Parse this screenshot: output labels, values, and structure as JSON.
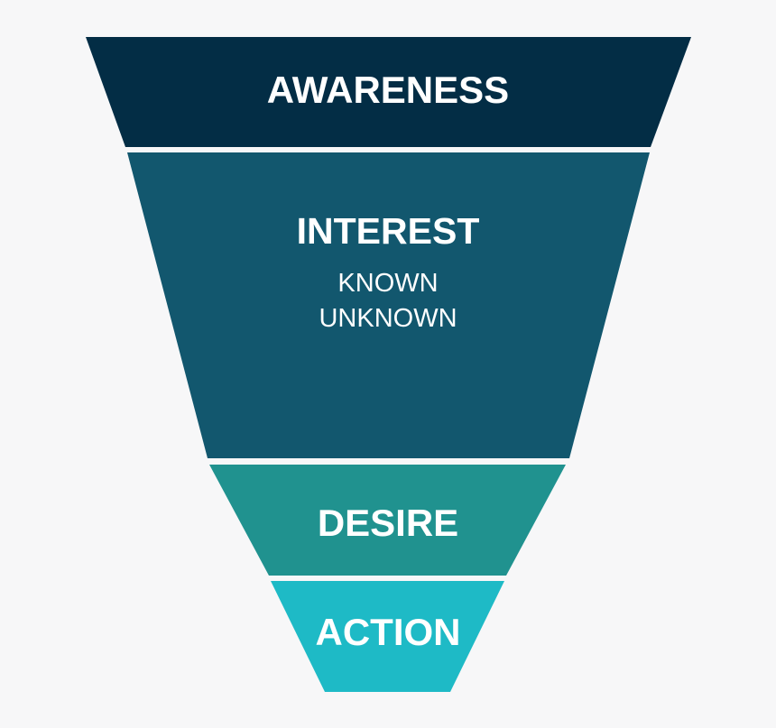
{
  "funnel": {
    "stages": [
      {
        "label": "AWARENESS",
        "color": "#032d45",
        "sub": []
      },
      {
        "label": "INTEREST",
        "color": "#12576e",
        "sub": [
          "KNOWN",
          "UNKNOWN"
        ]
      },
      {
        "label": "DESIRE",
        "color": "#20928f",
        "sub": []
      },
      {
        "label": "ACTION",
        "color": "#1ebac6",
        "sub": []
      }
    ]
  }
}
